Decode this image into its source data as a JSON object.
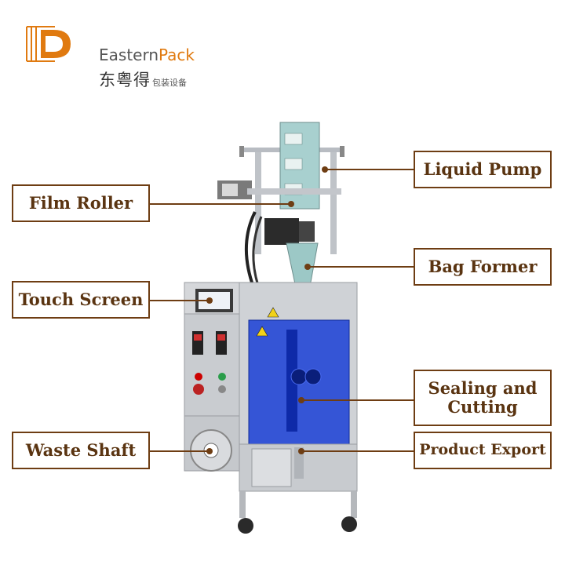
{
  "brand": {
    "name_part1": "Eastern",
    "name_part2": "Pack",
    "chinese_name": "东粤得",
    "chinese_subtitle": "包装设备",
    "accent_color": "#e07a10"
  },
  "labels": {
    "liquid_pump": "Liquid Pump",
    "film_roller": "Film Roller",
    "bag_former": "Bag Former",
    "touch_screen": "Touch Screen",
    "sealing_cutting_line1": "Sealing and",
    "sealing_cutting_line2": "Cutting",
    "waste_shaft": "Waste Shaft",
    "product_export": "Product Export"
  },
  "colors": {
    "label_border": "#6e3d13",
    "label_text": "#5a3411",
    "machine_steel": "#c9ccd0",
    "machine_panel": "#1a3fd6"
  }
}
